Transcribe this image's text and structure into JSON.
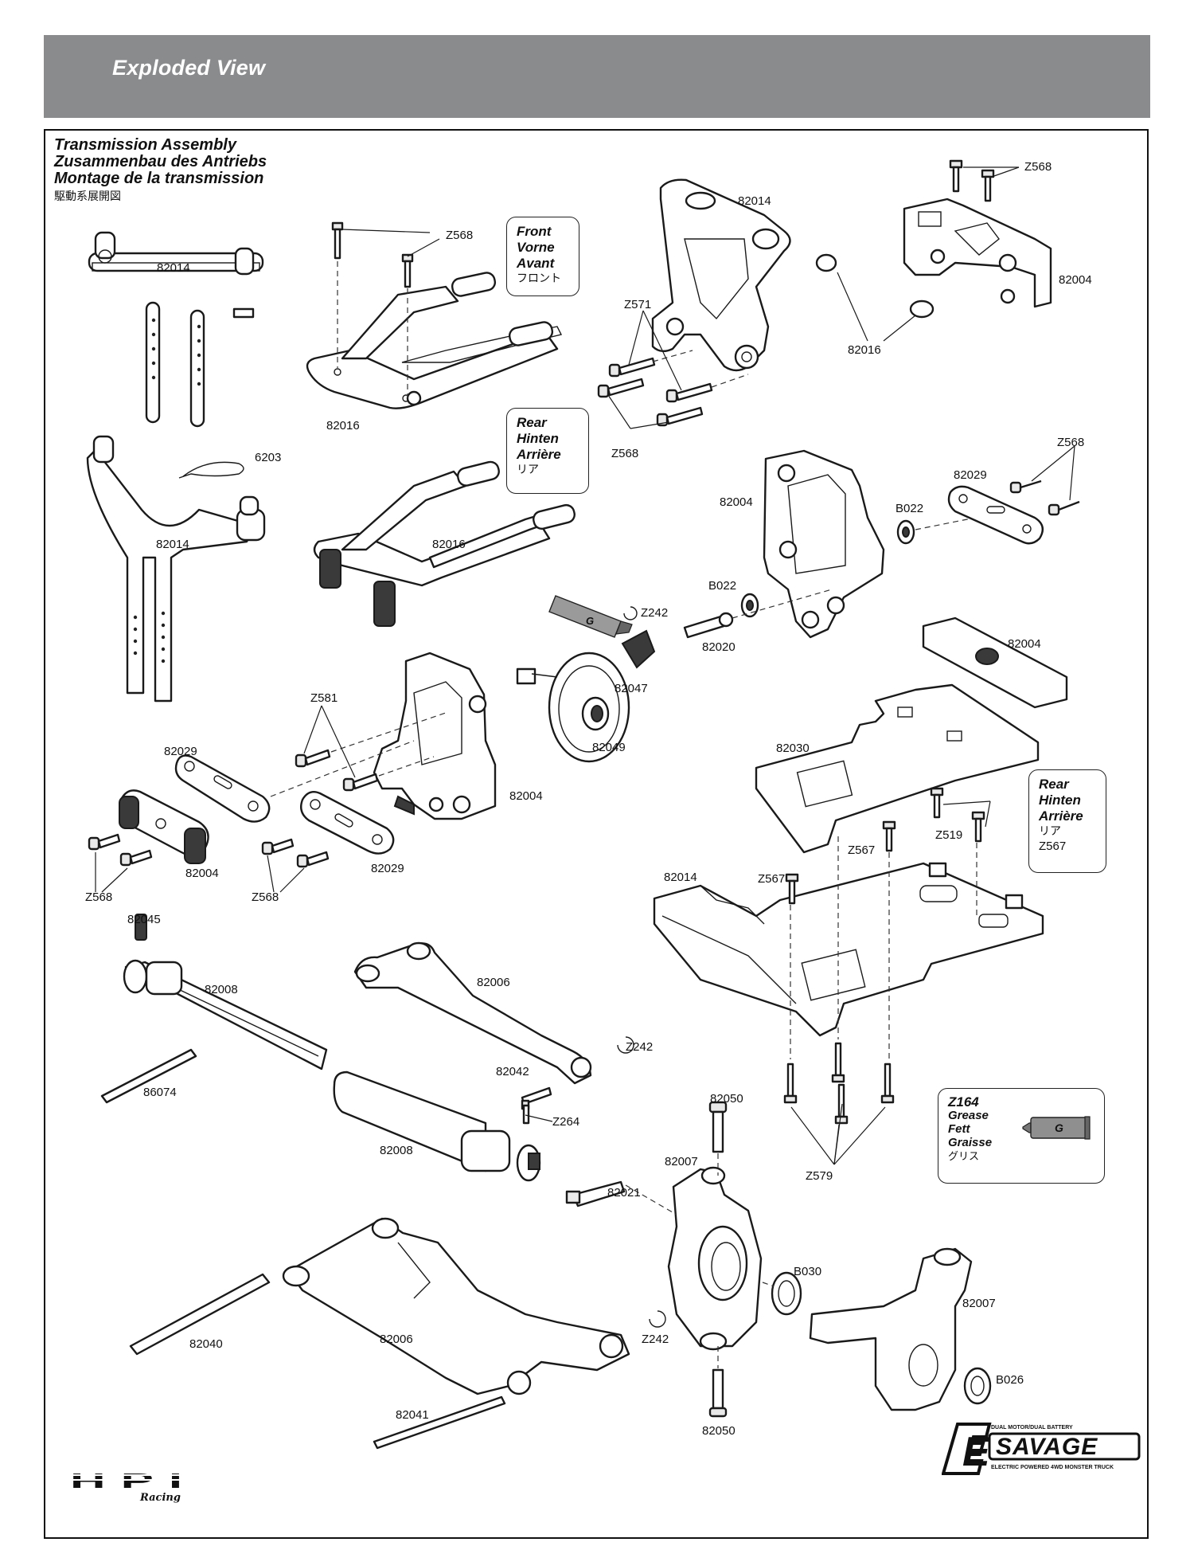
{
  "page": {
    "title": "Exploded View"
  },
  "section": {
    "title_en": "Transmission Assembly",
    "title_de": "Zusammenbau des Antriebs",
    "title_fr": "Montage de la transmission",
    "title_jp": "駆動系展開図"
  },
  "notes": {
    "front": {
      "en": "Front",
      "de": "Vorne",
      "fr": "Avant",
      "jp": "フロント"
    },
    "rear_top": {
      "en": "Rear",
      "de": "Hinten",
      "fr": "Arrière",
      "jp": "リア"
    },
    "rear_plate": {
      "en": "Rear",
      "de": "Hinten",
      "fr": "Arrière",
      "jp": "リア",
      "code": "Z567"
    },
    "grease": {
      "code": "Z164",
      "en": "Grease",
      "de": "Fett",
      "fr": "Graisse",
      "jp": "グリス",
      "tube_letter": "G"
    }
  },
  "grease_tube_letter": "G",
  "part_labels": {
    "p82014_a": "82014",
    "p82014_b": "82014",
    "p82014_c": "82014",
    "p82014_d": "82014",
    "p82016_a": "82016",
    "p82016_b": "82016",
    "p82016_c": "82016",
    "p82004_a": "82004",
    "p82004_b": "82004",
    "p82004_c": "82004",
    "p82004_d": "82004",
    "p82004_e": "82004",
    "p82029_a": "82029",
    "p82029_b": "82029",
    "p82029_c": "82029",
    "z568_a": "Z568",
    "z568_b": "Z568",
    "z568_c": "Z568",
    "z568_d": "Z568",
    "z568_e": "Z568",
    "z568_f": "Z568",
    "z571": "Z571",
    "p6203": "6203",
    "z242_a": "Z242",
    "z242_b": "Z242",
    "z242_c": "Z242",
    "b022_a": "B022",
    "b022_b": "B022",
    "p82020": "82020",
    "p82047": "82047",
    "p82049": "82049",
    "z581": "Z581",
    "p82030": "82030",
    "z519": "Z519",
    "z567_a": "Z567",
    "z567_b": "Z567",
    "p82045": "82045",
    "p82008_a": "82008",
    "p82008_b": "82008",
    "p82006_a": "82006",
    "p82006_b": "82006",
    "p86074": "86074",
    "p82042": "82042",
    "z264": "Z264",
    "p82050_a": "82050",
    "p82050_b": "82050",
    "p82007_a": "82007",
    "p82007_b": "82007",
    "p82021": "82021",
    "z579": "Z579",
    "b030": "B030",
    "b026": "B026",
    "p82040": "82040",
    "p82041": "82041"
  },
  "logos": {
    "hpi_word": "HPI",
    "hpi_script": "Racing",
    "esavage_letter": "E",
    "esavage_word": "SAVAGE",
    "esavage_top": "DUAL MOTOR/DUAL BATTERY",
    "esavage_bottom": "ELECTRIC POWERED 4WD MONSTER TRUCK"
  }
}
